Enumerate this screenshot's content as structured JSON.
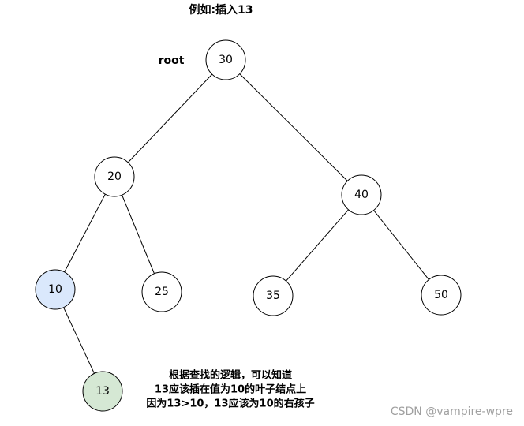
{
  "title": "例如:插入13",
  "root_label": "root",
  "colors": {
    "default_fill": "#ffffff",
    "search_path_fill": "#dae8fc",
    "search_path_stroke": "#6c8ebf",
    "inserted_fill": "#d5e8d4",
    "inserted_stroke": "#82b366",
    "edge": "#000000"
  },
  "nodes": [
    {
      "id": "n30",
      "label": "30",
      "state": "default"
    },
    {
      "id": "n20",
      "label": "20",
      "state": "default"
    },
    {
      "id": "n40",
      "label": "40",
      "state": "default"
    },
    {
      "id": "n10",
      "label": "10",
      "state": "highlighted"
    },
    {
      "id": "n25",
      "label": "25",
      "state": "default"
    },
    {
      "id": "n35",
      "label": "35",
      "state": "default"
    },
    {
      "id": "n50",
      "label": "50",
      "state": "default"
    },
    {
      "id": "n13",
      "label": "13",
      "state": "inserted"
    }
  ],
  "edges": [
    {
      "from": "n30",
      "to": "n20"
    },
    {
      "from": "n30",
      "to": "n40"
    },
    {
      "from": "n20",
      "to": "n10"
    },
    {
      "from": "n20",
      "to": "n25"
    },
    {
      "from": "n40",
      "to": "n35"
    },
    {
      "from": "n40",
      "to": "n50"
    },
    {
      "from": "n10",
      "to": "n13"
    }
  ],
  "note_lines": [
    "根据查找的逻辑，可以知道",
    "13应该插在值为10的叶子结点上",
    "因为13>10，13应该为10的右孩子"
  ],
  "watermark": "CSDN @vampire-wpre"
}
